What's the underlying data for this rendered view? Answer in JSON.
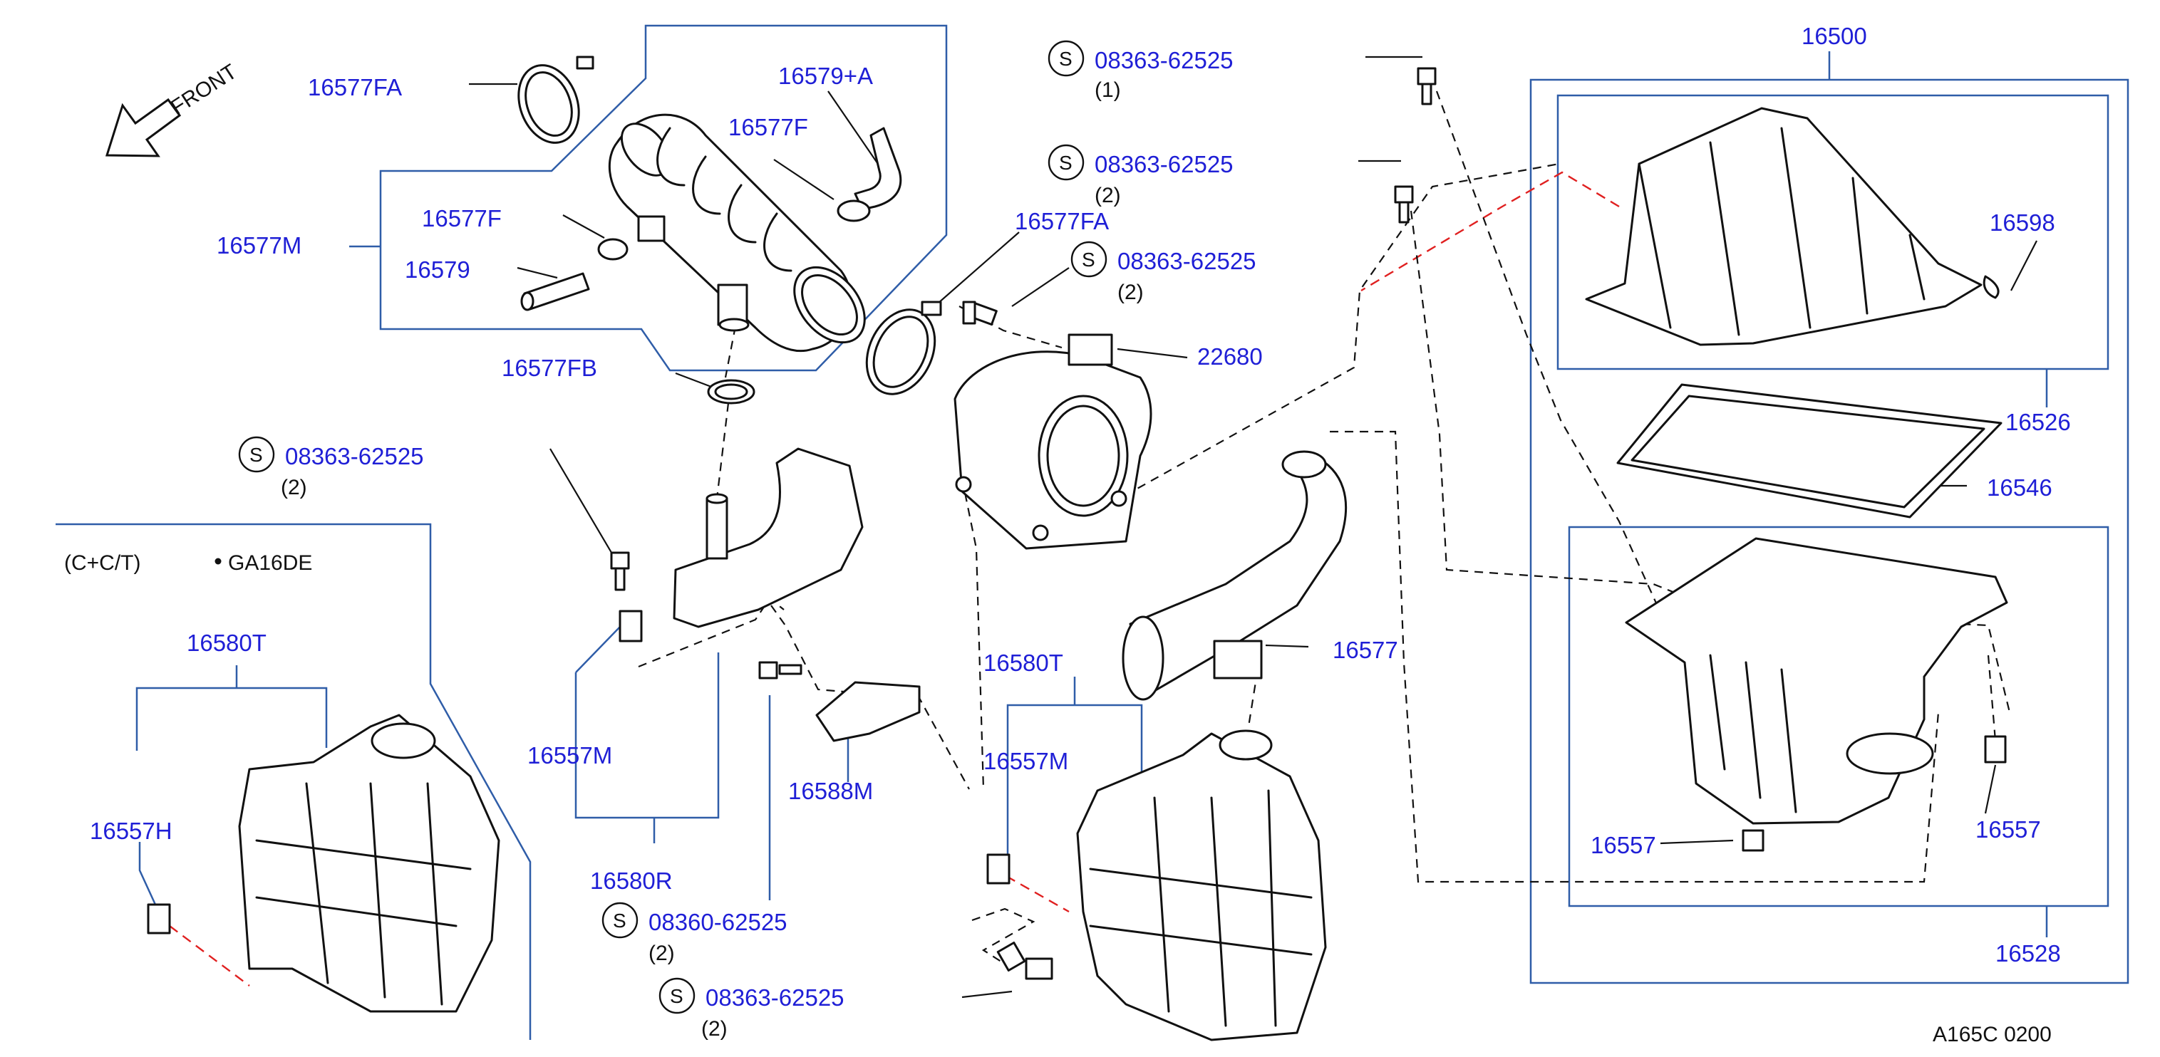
{
  "front_label": "FRONT",
  "variant": {
    "note": "(C+C/T)",
    "engine": "GA16DE"
  },
  "diagram_code": "A165C 0200",
  "colors": {
    "part_number": "#1f1fd6",
    "group_line": "#2f5da8",
    "leader": "#111111",
    "alignment_dash": "#e02020"
  },
  "parts": {
    "p16577FA_top": "16577FA",
    "p16579A": "16579+A",
    "p16577F_top": "16577F",
    "p16577F_left": "16577F",
    "p16577M": "16577M",
    "p16579": "16579",
    "p16577FB": "16577FB",
    "p16577FA_mid": "16577FA",
    "p22680": "22680",
    "p16500": "16500",
    "p16598": "16598",
    "p16526": "16526",
    "p16546": "16546",
    "p16528": "16528",
    "p16557_a": "16557",
    "p16557_b": "16557",
    "p16577": "16577",
    "p16580T_left": "16580T",
    "p16557H": "16557H",
    "p16557M_left": "16557M",
    "p16580R": "16580R",
    "p16588M": "16588M",
    "p16580T_mid": "16580T",
    "p16557M_mid": "16557M"
  },
  "screws": [
    {
      "number": "08363-62525",
      "qty": "(1)"
    },
    {
      "number": "08363-62525",
      "qty": "(2)"
    },
    {
      "number": "08363-62525",
      "qty": "(2)"
    },
    {
      "number": "08363-62525",
      "qty": "(2)"
    },
    {
      "number": "08360-62525",
      "qty": "(2)"
    },
    {
      "number": "08363-62525",
      "qty": "(2)"
    }
  ],
  "screw_symbol": "S"
}
